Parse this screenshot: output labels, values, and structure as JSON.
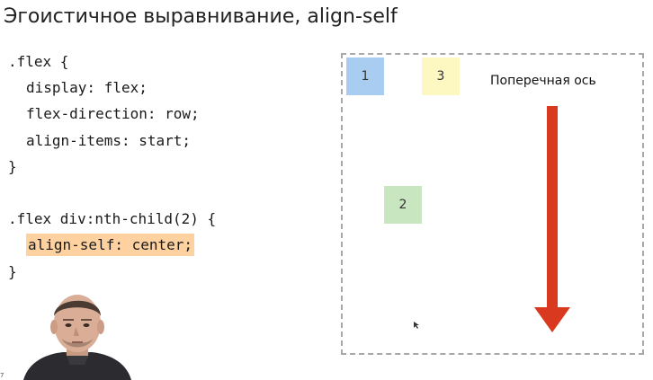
{
  "slide": {
    "title": "Эгоистичное выравнивание, align-self"
  },
  "code": {
    "lines": [
      ".flex {",
      "display: flex;",
      "flex-direction: row;",
      "align-items: start;",
      "}",
      "",
      ".flex div:nth-child(2) {",
      "align-self: center;",
      "}"
    ]
  },
  "demo": {
    "items": [
      {
        "label": "1",
        "color": "#a9cdf0"
      },
      {
        "label": "2",
        "color": "#c8e6bf"
      },
      {
        "label": "3",
        "color": "#fdf7c1"
      }
    ],
    "axis_label": "Поперечная ось",
    "arrow_color": "#d93a1f",
    "border_color": "#a8a8a8"
  },
  "colors": {
    "highlight": "#fdd1a0",
    "text": "#1a1a1a"
  },
  "presenter": {
    "icon": "presenter-webcam"
  },
  "edge_mark": "7"
}
